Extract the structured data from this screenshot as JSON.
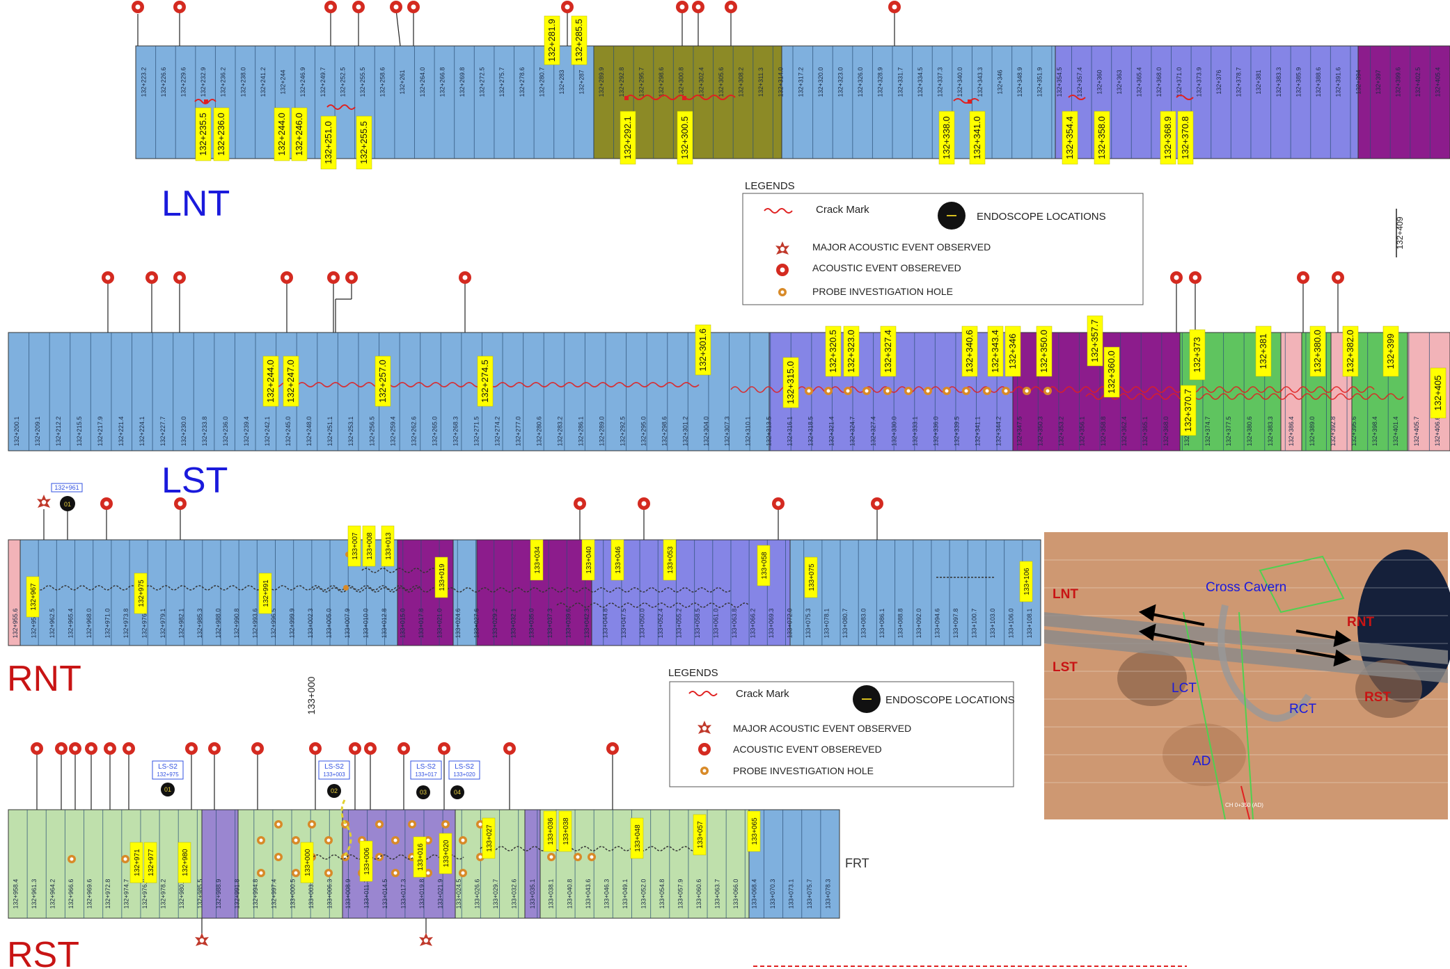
{
  "colors": {
    "blue": "#7fb0de",
    "olive": "#8c8a26",
    "violet": "#8585e6",
    "purple": "#8c1c8c",
    "green": "#5fc45f",
    "lightgreen": "#bfe0ac",
    "midviolet": "#9a86d0",
    "pink": "#f2b3b8",
    "label_yellow": "#ffff00",
    "crack_red": "#e02020",
    "acoustic_red": "#d42a20",
    "probe_orange": "#d88a28",
    "endoscope_black": "#111111",
    "title_blue": "#1a1adc",
    "title_red": "#c81414"
  },
  "titles": {
    "lnt": "LNT",
    "lst": "LST",
    "rnt": "RNT",
    "rst": "RST",
    "frt": "FRT",
    "ch_vertical_top": "132+409",
    "ch_vertical_mid": "133+000"
  },
  "legend": {
    "heading": "LEGENDS",
    "crack": "Crack Mark",
    "endoscope": "ENDOSCOPE LOCATIONS",
    "major": "MAJOR ACOUSTIC EVENT OBSERVED",
    "acoustic": "ACOUSTIC EVENT OBSEREVED",
    "probe": "PROBE INVESTIGATION HOLE"
  },
  "map": {
    "labels": {
      "lnt": "LNT",
      "lst": "LST",
      "rnt": "RNT",
      "rst": "RST",
      "cross": "Cross Cavern",
      "lct": "LCT",
      "rct": "RCT",
      "ad": "AD",
      "ch": "CH 0+350 (AD)"
    }
  },
  "strips": {
    "lnt": {
      "yellow_top": [
        "132+281.9",
        "132+285.5"
      ],
      "yellow_bottom": [
        "132+235.5",
        "132+236.0",
        "132+244.0",
        "132+246.0",
        "132+251.0",
        "132+255.5",
        "132+292.1",
        "132+300.5",
        "132+338.0",
        "132+341.0",
        "132+354.4",
        "132+358.0",
        "132+368.9",
        "132+370.8"
      ],
      "small": [
        "132+223.2",
        "132+226.6",
        "132+229.6",
        "132+232.9",
        "132+236.2",
        "132+238.0",
        "132+241.2",
        "132+244",
        "132+246.9",
        "132+249.7",
        "132+252.5",
        "132+255.5",
        "132+258.6",
        "132+261",
        "132+264.0",
        "132+266.8",
        "132+269.8",
        "132+272.5",
        "132+275.7",
        "132+278.6",
        "132+280.7",
        "132+283",
        "132+287",
        "132+289.9",
        "132+292.8",
        "132+295.7",
        "132+298.6",
        "132+300.8",
        "132+302.4",
        "132+305.6",
        "132+308.2",
        "132+311.3",
        "132+314.0",
        "132+317.2",
        "132+320.0",
        "132+323.0",
        "132+326.0",
        "132+328.9",
        "132+331.7",
        "132+334.5",
        "132+337.3",
        "132+340.0",
        "132+343.3",
        "132+346",
        "132+348.9",
        "132+351.9",
        "132+354.5",
        "132+357.4",
        "132+360",
        "132+363",
        "132+365.4",
        "132+368.0",
        "132+371.0",
        "132+373.9",
        "132+376",
        "132+378.7",
        "132+381",
        "132+383.3",
        "132+385.9",
        "132+388.6",
        "132+391.6",
        "132+394",
        "132+397",
        "132+399.6",
        "132+402.5",
        "132+405.4"
      ]
    },
    "lst": {
      "yellow": [
        "132+244.0",
        "132+247.0",
        "132+257.0",
        "132+274.5",
        "132+301.6",
        "132+315.0",
        "132+320.5",
        "132+323.0",
        "132+327.4",
        "132+340.6",
        "132+343.4",
        "132+346",
        "132+350.0",
        "132+357.7",
        "132+360.0",
        "132+370.7",
        "132+373",
        "132+381",
        "132+380.0",
        "132+382.0",
        "132+399",
        "132+405"
      ],
      "small": [
        "132+200.1",
        "132+209.1",
        "132+212.2",
        "132+215.5",
        "132+217.9",
        "132+221.4",
        "132+224.1",
        "132+227.7",
        "132+230.0",
        "132+233.8",
        "132+236.0",
        "132+239.4",
        "132+242.1",
        "132+245.0",
        "132+248.0",
        "132+251.1",
        "132+253.1",
        "132+256.5",
        "132+259.4",
        "132+262.6",
        "132+265.0",
        "132+268.3",
        "132+271.5",
        "132+274.2",
        "132+277.0",
        "132+280.6",
        "132+283.2",
        "132+286.1",
        "132+289.0",
        "132+292.5",
        "132+295.0",
        "132+298.6",
        "132+301.2",
        "132+304.0",
        "132+307.3",
        "132+310.1",
        "132+313.5",
        "132+316.1",
        "132+318.5",
        "132+321.4",
        "132+324.7",
        "132+327.4",
        "132+330.0",
        "132+333.1",
        "132+336.0",
        "132+339.5",
        "132+341.1",
        "132+344.2",
        "132+347.5",
        "132+350.3",
        "132+353.2",
        "132+356.1",
        "132+358.8",
        "132+362.4",
        "132+365.1",
        "132+368.0",
        "132+371.0",
        "132+374.7",
        "132+377.5",
        "132+380.6",
        "132+383.3",
        "132+386.4",
        "132+389.0",
        "132+392.8",
        "132+395.6",
        "132+398.4",
        "132+401.4",
        "132+405.7",
        "132+406.6"
      ]
    },
    "rnt": {
      "blue_tag": "132+961",
      "yellow": [
        "132+967",
        "132+975",
        "132+991",
        "133+007",
        "133+008",
        "133+013",
        "133+019",
        "133+034",
        "133+040",
        "133+046",
        "133+053",
        "133+058",
        "133+075",
        "133+106"
      ],
      "small": [
        "132+955.6",
        "132+959.6",
        "132+962.5",
        "132+965.4",
        "132+968.0",
        "132+971.0",
        "132+973.8",
        "132+976.9",
        "132+979.1",
        "132+982.1",
        "132+985.3",
        "132+988.0",
        "132+990.8",
        "132+993.6",
        "132+996.5",
        "132+999.9",
        "133+002.3",
        "133+005.0",
        "133+007.9",
        "133+010.0",
        "133+012.8",
        "133+015.0",
        "133+017.8",
        "133+021.0",
        "133+024.6",
        "133+027.6",
        "133+029.2",
        "133+032.1",
        "133+035.0",
        "133+037.3",
        "133+039.6",
        "133+042.3",
        "133+044.8",
        "133+047.5",
        "133+050.0",
        "133+052.4",
        "133+055.2",
        "133+058.5",
        "133+061.0",
        "133+063.8",
        "133+066.2",
        "133+069.3",
        "133+072.0",
        "133+075.3",
        "133+078.1",
        "133+080.7",
        "133+083.0",
        "133+086.1",
        "133+088.8",
        "133+092.0",
        "133+094.6",
        "133+097.8",
        "133+100.7",
        "133+103.0",
        "133+106.0",
        "133+108.1"
      ]
    },
    "rst": {
      "tags": [
        "LS-S2",
        "LS-S2",
        "LS-S2",
        "LS-S2"
      ],
      "tag_subs": [
        "132+975",
        "133+003",
        "133+017",
        "133+020"
      ],
      "endo": [
        "01",
        "02",
        "03",
        "04"
      ],
      "yellow": [
        "132+971",
        "132+977",
        "132+980",
        "133+000",
        "133+006",
        "133+016",
        "133+020",
        "133+027",
        "133+036",
        "133+038",
        "133+048",
        "133+057",
        "133+065"
      ],
      "small": [
        "132+958.4",
        "132+961.3",
        "132+964.2",
        "132+966.6",
        "132+969.6",
        "132+972.8",
        "132+974.7",
        "132+976.8",
        "132+978.2",
        "132+980.1",
        "132+985.5",
        "132+988.9",
        "132+991.8",
        "132+994.8",
        "132+997.4",
        "133+000.5",
        "133+003.5",
        "133+006.3",
        "133+008.9",
        "133+011.7",
        "133+014.5",
        "133+017.3",
        "133+019.8",
        "133+021.9",
        "133+024.5",
        "133+026.6",
        "133+029.7",
        "133+032.6",
        "133+035.1",
        "133+038.1",
        "133+040.8",
        "133+043.6",
        "133+046.3",
        "133+049.1",
        "133+052.0",
        "133+054.8",
        "133+057.9",
        "133+060.6",
        "133+063.7",
        "133+066.0",
        "133+068.4",
        "133+070.3",
        "133+073.1",
        "133+075.7",
        "133+078.3"
      ]
    }
  }
}
